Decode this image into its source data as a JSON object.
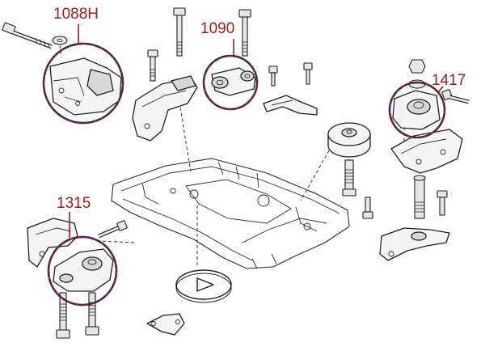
{
  "callouts": [
    {
      "key": "c1088",
      "label": "1088H"
    },
    {
      "key": "c1090",
      "label": "1090"
    },
    {
      "key": "c1417",
      "label": "1417"
    },
    {
      "key": "c1315",
      "label": "1315"
    }
  ],
  "colors": {
    "callout_text": "#9b1c1c",
    "ring_red": "#9b1c1c",
    "ring_navy": "#2b2f6b",
    "line_art": "#1f1f1f"
  },
  "icons": {
    "play_button": "play-triangle-icon"
  }
}
